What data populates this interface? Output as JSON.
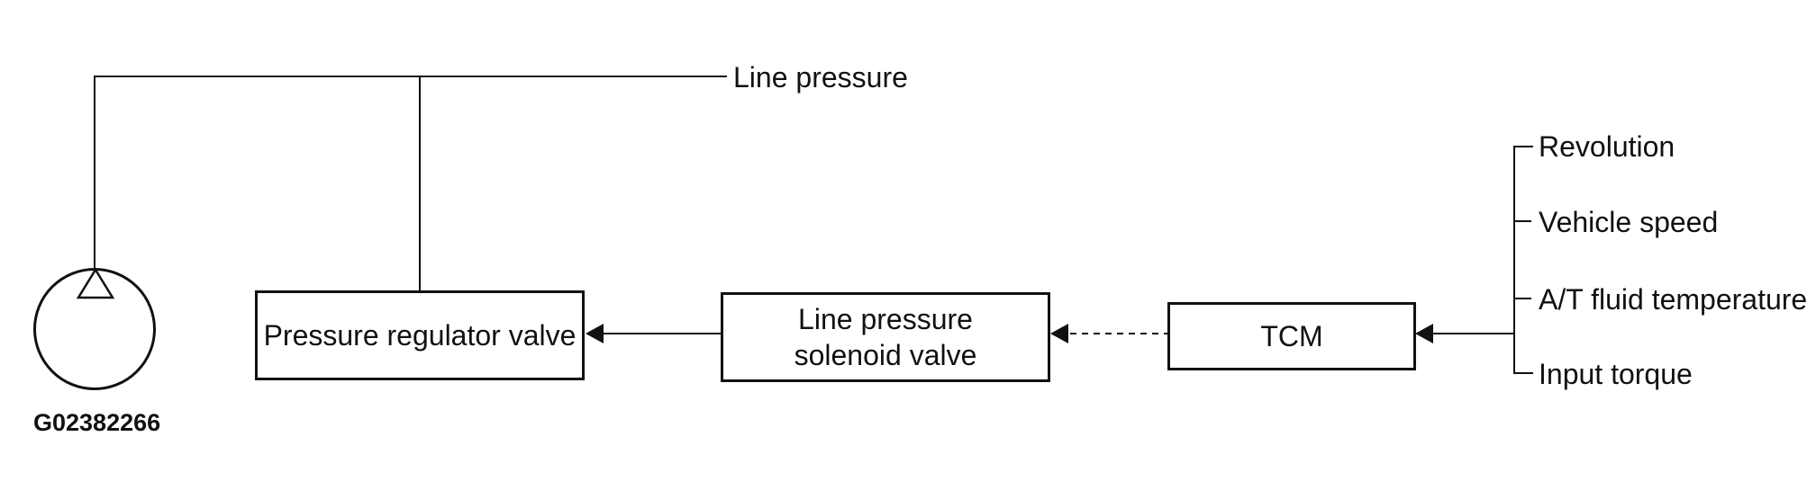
{
  "diagram": {
    "top_line_label": "Line pressure",
    "figure_code": "G02382266",
    "boxes": {
      "regulator": {
        "label": "Pressure regulator valve"
      },
      "solenoid": {
        "label_line1": "Line pressure",
        "label_line2": "solenoid valve"
      },
      "tcm": {
        "label": "TCM"
      }
    },
    "tcm_inputs": [
      "Revolution",
      "Vehicle speed",
      "A/T fluid temperature",
      "Input torque"
    ],
    "colors": {
      "ink": "#111111",
      "background": "#ffffff"
    }
  }
}
